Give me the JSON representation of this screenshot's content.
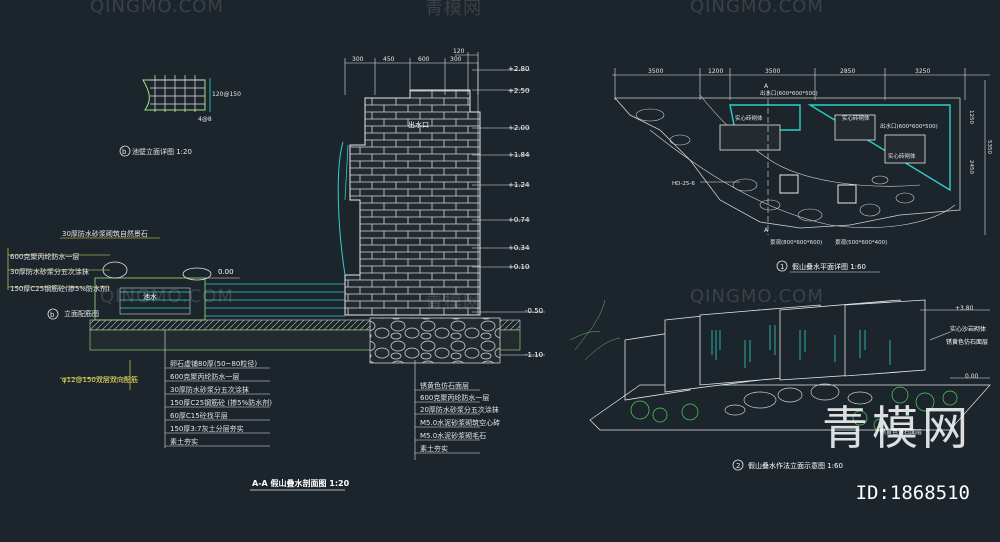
{
  "watermarks": [
    "QINGMO.COM",
    "青模网",
    "QINGMO.COM",
    "QINGMO.COM",
    "青模网",
    "QINGMO.COM"
  ],
  "brand": "青模网",
  "id_label": "ID:1868510",
  "detail_b_title": "池壁立面详图 1:20",
  "detail_b_mark": "b",
  "detail_b_dims": [
    "120@150",
    "4@8"
  ],
  "section": {
    "title": "A-A 假山叠水剖面图  1:20",
    "top_dims": [
      "300",
      "450",
      "600",
      "300",
      "120"
    ],
    "outlet_label": "出水口",
    "elevations": [
      "+2.80",
      "+2.50",
      "+2.00",
      "+1.84",
      "+1.24",
      "+0.74",
      "+0.34",
      "+0.10",
      "-0.50",
      "-1.10",
      "0.00"
    ],
    "left_notes": [
      "30厚防水砂浆砌筑自然景石",
      "600克聚丙纶防水一层",
      "30厚防水砂浆分五次涂抹",
      "150厚C25钢筋砼(掺5%防水剂)",
      "立面配筋图"
    ],
    "pool_label": "池水",
    "bottom_notes": [
      "卵石虚铺80厚(50~80粒径)",
      "600克聚丙纶防水一层",
      "30厚防水砂浆分五次涂抹",
      "150厚C25钢筋砼 (掺5%防水剂)",
      "60厚C15砼找平层",
      "150厚3:7灰土分层夯实",
      "素土夯实"
    ],
    "rebar_note": "φ12@150双层双向配筋",
    "right_notes": [
      "锈黄色仿石面层",
      "600克聚丙纶防水一层",
      "20厚防水砂浆分五次涂抹",
      "M5.0水泥砂浆砌筑空心砖",
      "M5.0水泥砂浆砌毛石",
      "素土夯实"
    ]
  },
  "plan": {
    "title": "假山叠水平面详图  1:60",
    "mark": "1",
    "top_dims": [
      "3500",
      "1200",
      "3500",
      "2850",
      "3250"
    ],
    "right_dims": [
      "1250",
      "2450",
      "5350"
    ],
    "labels": [
      "出水口(600*600*500)",
      "实心砖砌体",
      "实心砖砌体",
      "出水口(600*600*500)",
      "实心砖砌体",
      "景观(800*600*600)",
      "景观(500*600*400)",
      "HD-25-6",
      "A",
      "A"
    ]
  },
  "elevation": {
    "title": "假山叠水作法立面示意图  1:60",
    "mark": "2",
    "elev_top": "+3.80",
    "elev_zero": "0.00",
    "notes": [
      "实心沙岩砌体",
      "锈黄色仿石面层",
      "锈黄色仿石面层"
    ]
  }
}
